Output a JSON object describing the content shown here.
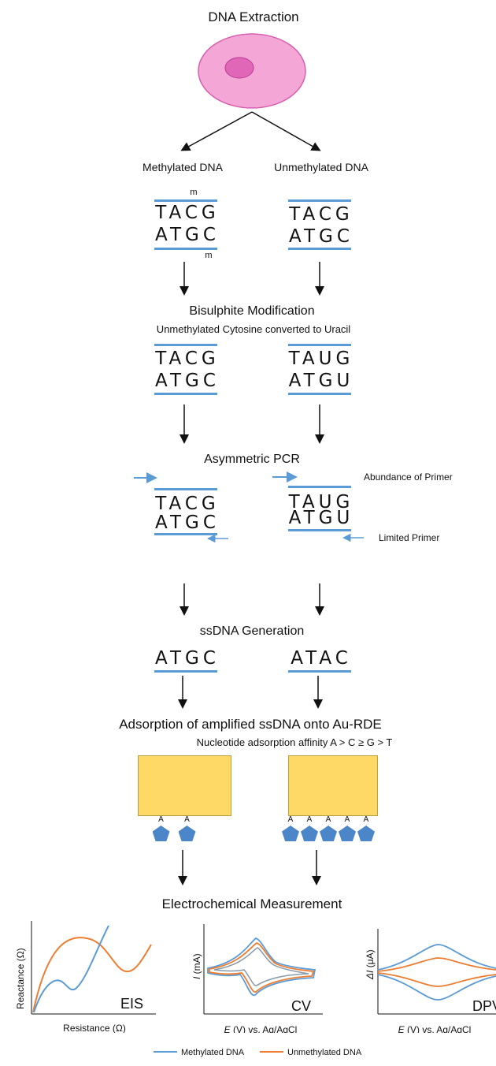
{
  "title": "DNA Extraction",
  "branches": {
    "methylated": "Methylated DNA",
    "unmethylated": "Unmethylated DNA"
  },
  "methyl_mark": "m",
  "stage1": {
    "meth_top": "TACG",
    "meth_bottom": "ATGC",
    "unmeth_top": "TACG",
    "unmeth_bottom": "ATGC"
  },
  "bisulphite": {
    "title": "Bisulphite Modification",
    "subtitle": "Unmethylated Cytosine converted to Uracil"
  },
  "stage2": {
    "meth_top": "TACG",
    "meth_bottom": "ATGC",
    "unmeth_top": "TAUG",
    "unmeth_bottom": "ATGU"
  },
  "pcr": {
    "title": "Asymmetric PCR",
    "abundant_primer": "Abundance of Primer",
    "limited_primer": "Limited Primer"
  },
  "stage3": {
    "meth_top": "TACG",
    "meth_bottom": "ATGC",
    "unmeth_top": "TAUG",
    "unmeth_bottom": "ATGU"
  },
  "ssdna": {
    "title": "ssDNA Generation",
    "meth": "ATGC",
    "unmeth": "ATAC"
  },
  "adsorption": {
    "title": "Adsorption of amplified ssDNA onto Au-RDE",
    "subtitle": "Nucleotide adsorption affinity A > C ≥ G > T",
    "base_label": "A",
    "meth_count": 2,
    "unmeth_count": 5
  },
  "measurement": {
    "title": "Electrochemical Measurement"
  },
  "plots": {
    "eis": {
      "name": "EIS",
      "ylabel": "Reactance (Ω)",
      "xlabel": "Resistance (Ω)"
    },
    "cv": {
      "name": "CV",
      "ylabel_italic": "I",
      "ylabel_rest": " (mA)",
      "xlabel_italic": "E",
      "xlabel_rest": " (V) vs. Ag/AgCl"
    },
    "dpv": {
      "name": "DPV",
      "ylabel_italic": "ΔI",
      "ylabel_rest": " (μA)",
      "xlabel_italic": "E",
      "xlabel_rest": " (V) vs. Ag/AgCl"
    }
  },
  "legend": {
    "methylated": "Methylated DNA",
    "unmethylated": "Unmethylated DNA"
  },
  "colors": {
    "methylated": "#5b9bd5",
    "unmethylated": "#ed7d31",
    "electrode": "#ffd966",
    "cell_outer": "#f4a6d7",
    "cell_nucleus": "#e066b8"
  }
}
